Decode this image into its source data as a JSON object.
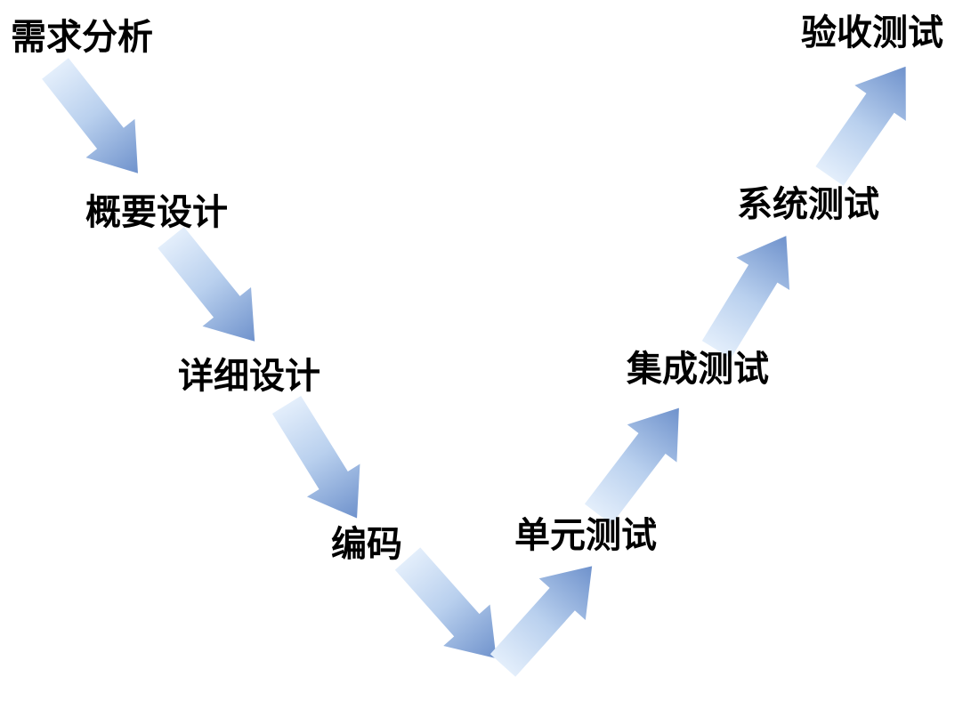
{
  "diagram": {
    "left_branch": {
      "stages": [
        "需求分析",
        "概要设计",
        "详细设计",
        "编码"
      ]
    },
    "right_branch": {
      "stages": [
        "单元测试",
        "集成测试",
        "系统测试",
        "验收测试"
      ]
    },
    "colors": {
      "arrow_light": "#e3eefb",
      "arrow_mid": "#b9d0ee",
      "arrow_dark": "#6f92cc",
      "label_text": "#000000",
      "background": "#ffffff"
    }
  }
}
